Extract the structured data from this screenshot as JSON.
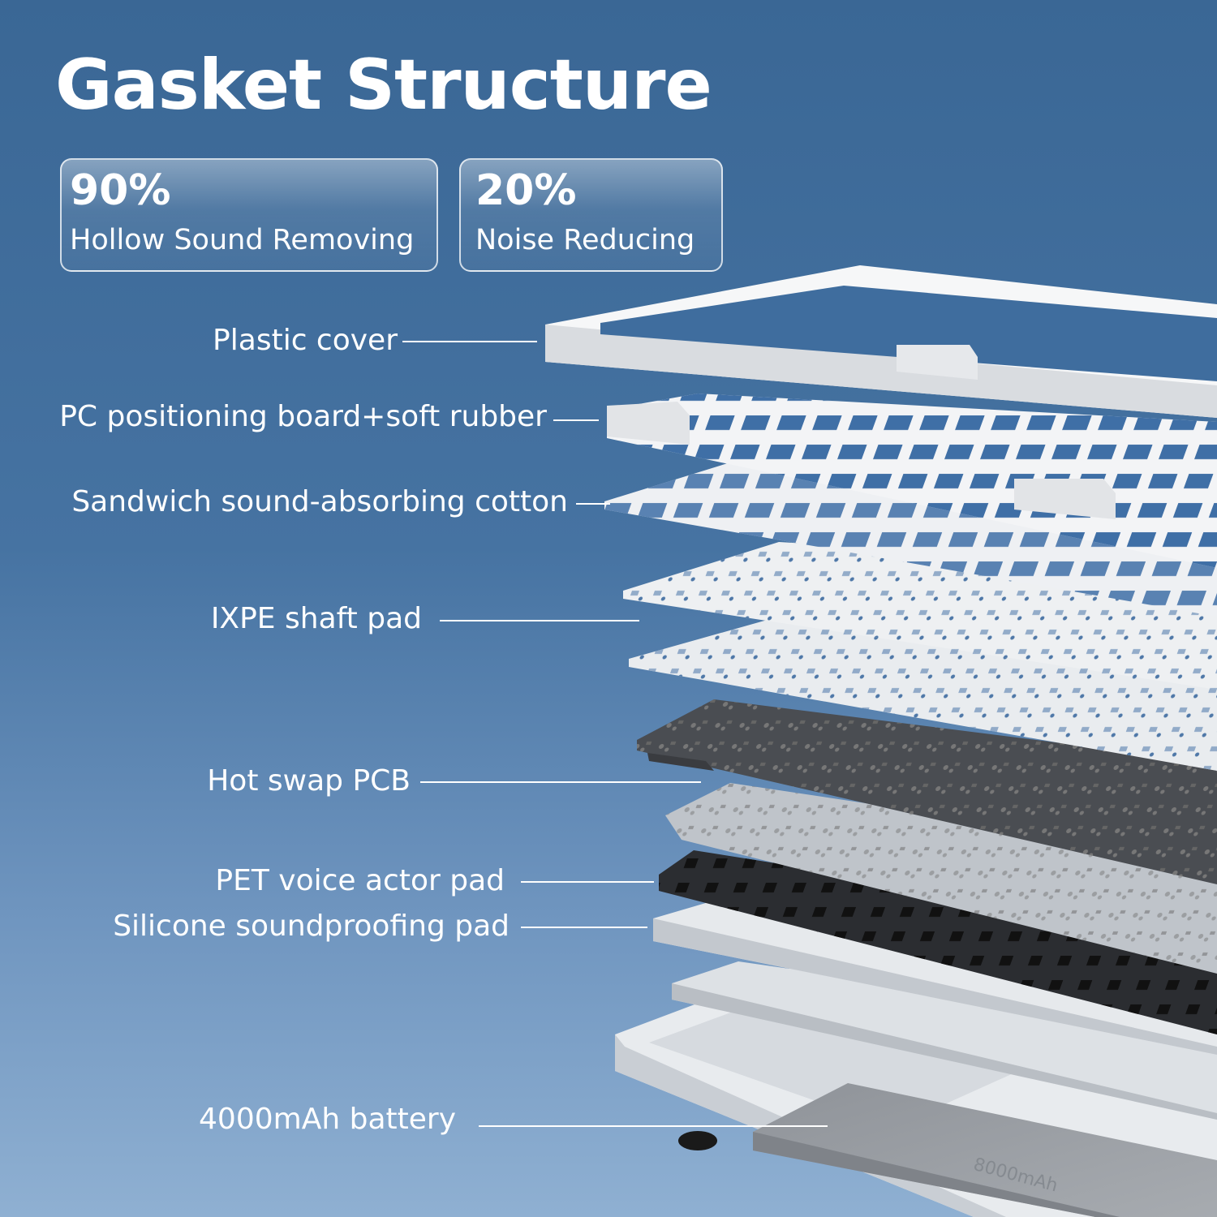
{
  "title": "Gasket Structure",
  "stats": [
    {
      "value": "90%",
      "label": "Hollow Sound Removing"
    },
    {
      "value": "20%",
      "label": "Noise Reducing"
    }
  ],
  "layers": [
    "Plastic cover",
    "PC positioning board+soft rubber",
    "Sandwich sound-absorbing cotton",
    "IXPE shaft pad",
    "Hot swap PCB",
    "PET voice actor pad",
    "Silicone soundproofing pad",
    "4000mAh battery"
  ],
  "battery_print": "8000mAh",
  "colors": {
    "background_top": "#3a6795",
    "background_bottom": "#8fb0d2",
    "text": "#ffffff"
  }
}
